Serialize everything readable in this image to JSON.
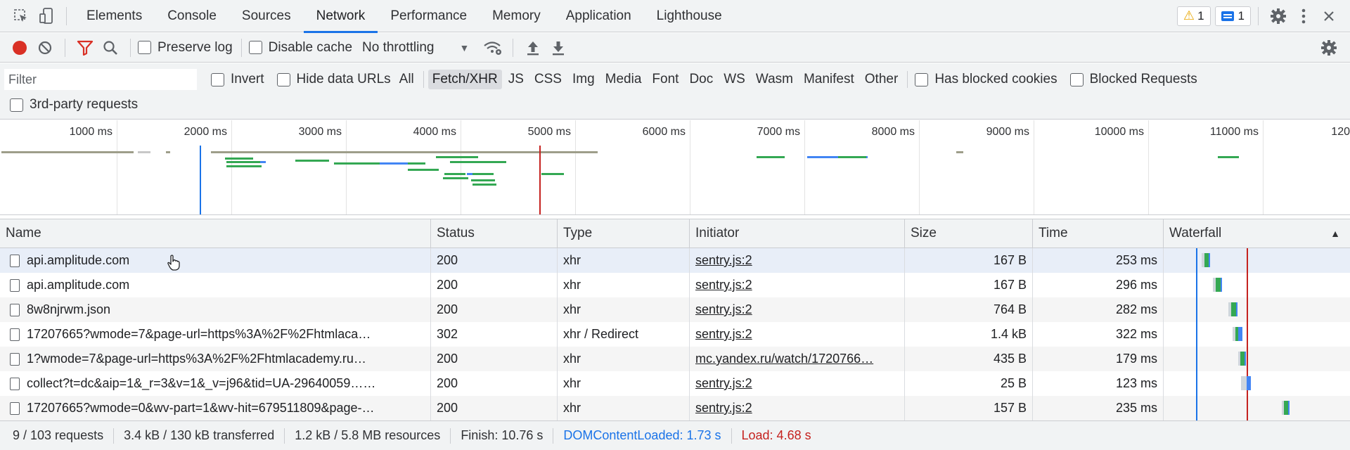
{
  "tabs": [
    "Elements",
    "Console",
    "Sources",
    "Network",
    "Performance",
    "Memory",
    "Application",
    "Lighthouse"
  ],
  "active_tab": "Network",
  "badges": {
    "warnings": "1",
    "messages": "1"
  },
  "toolbar": {
    "preserve_log": "Preserve log",
    "disable_cache": "Disable cache",
    "throttling": "No throttling"
  },
  "filter": {
    "placeholder": "Filter",
    "invert": "Invert",
    "hide_data_urls": "Hide data URLs",
    "types": [
      "All",
      "Fetch/XHR",
      "JS",
      "CSS",
      "Img",
      "Media",
      "Font",
      "Doc",
      "WS",
      "Wasm",
      "Manifest",
      "Other"
    ],
    "active_type": "Fetch/XHR",
    "has_blocked_cookies": "Has blocked cookies",
    "blocked_requests": "Blocked Requests",
    "third_party": "3rd-party requests"
  },
  "overview": {
    "tick_labels": [
      "1000 ms",
      "2000 ms",
      "3000 ms",
      "4000 ms",
      "5000 ms",
      "6000 ms",
      "7000 ms",
      "8000 ms",
      "9000 ms",
      "10000 ms",
      "11000 ms",
      "120"
    ],
    "dom_content_loaded_ms": 1730,
    "load_ms": 4680
  },
  "table": {
    "columns": [
      "Name",
      "Status",
      "Type",
      "Initiator",
      "Size",
      "Time",
      "Waterfall"
    ],
    "rows": [
      {
        "name": "api.amplitude.com",
        "status": "200",
        "type": "xhr",
        "initiator": "sentry.js:2",
        "size": "167 B",
        "time": "253 ms"
      },
      {
        "name": "api.amplitude.com",
        "status": "200",
        "type": "xhr",
        "initiator": "sentry.js:2",
        "size": "167 B",
        "time": "296 ms"
      },
      {
        "name": "8w8njrwm.json",
        "status": "200",
        "type": "xhr",
        "initiator": "sentry.js:2",
        "size": "764 B",
        "time": "282 ms"
      },
      {
        "name": "17207665?wmode=7&page-url=https%3A%2F%2Fhtmlaca…",
        "status": "302",
        "type": "xhr / Redirect",
        "initiator": "sentry.js:2",
        "size": "1.4 kB",
        "time": "322 ms"
      },
      {
        "name": "1?wmode=7&page-url=https%3A%2F%2Fhtmlacademy.ru…",
        "status": "200",
        "type": "xhr",
        "initiator": "mc.yandex.ru/watch/1720766…",
        "size": "435 B",
        "time": "179 ms"
      },
      {
        "name": "collect?t=dc&aip=1&_r=3&v=1&_v=j96&tid=UA-29640059……",
        "status": "200",
        "type": "xhr",
        "initiator": "sentry.js:2",
        "size": "25 B",
        "time": "123 ms"
      },
      {
        "name": "17207665?wmode=0&wv-part=1&wv-hit=679511809&page-…",
        "status": "200",
        "type": "xhr",
        "initiator": "sentry.js:2",
        "size": "157 B",
        "time": "235 ms"
      }
    ]
  },
  "status": {
    "requests": "9 / 103 requests",
    "transferred": "3.4 kB / 130 kB transferred",
    "resources": "1.2 kB / 5.8 MB resources",
    "finish": "Finish: 10.76 s",
    "dcl": "DOMContentLoaded: 1.73 s",
    "load": "Load: 4.68 s"
  },
  "colors": {
    "accent": "#1a73e8",
    "record": "#d93025",
    "dcl_line": "#1a73e8",
    "load_line": "#c5221f",
    "waiting": "#34a853",
    "download": "#4285f4"
  }
}
